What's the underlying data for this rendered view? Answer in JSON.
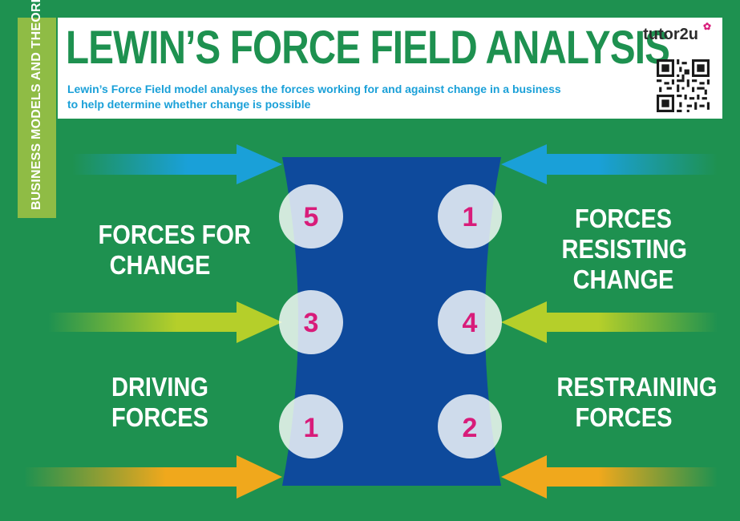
{
  "side_tab": "BUSINESS MODELS AND THEORIES",
  "header": {
    "title": "LEWIN’S FORCE FIELD ANALYSIS",
    "subtitle_line1": "Lewin’s Force Field model analyses the forces working for and against change in a business",
    "subtitle_line2": "to help determine whether change is possible",
    "brand": "tutor2u"
  },
  "labels": {
    "left_top_1": "FORCES FOR",
    "left_top_2": "CHANGE",
    "left_bottom_1": "DRIVING",
    "left_bottom_2": "FORCES",
    "right_top_1": "FORCES",
    "right_top_2": "RESISTING",
    "right_top_3": "CHANGE",
    "right_bottom_1": "RESTRAINING",
    "right_bottom_2": "FORCES"
  },
  "scores": {
    "left": [
      "5",
      "3",
      "1"
    ],
    "right": [
      "1",
      "4",
      "2"
    ]
  },
  "colors": {
    "background": "#1e9150",
    "center_block": "#0e4a9c",
    "arrow_blue": "#1aa0d8",
    "arrow_lime": "#b5cf2a",
    "arrow_orange": "#f0a81c",
    "score_text": "#d81c7a",
    "title_green": "#1e9150"
  }
}
